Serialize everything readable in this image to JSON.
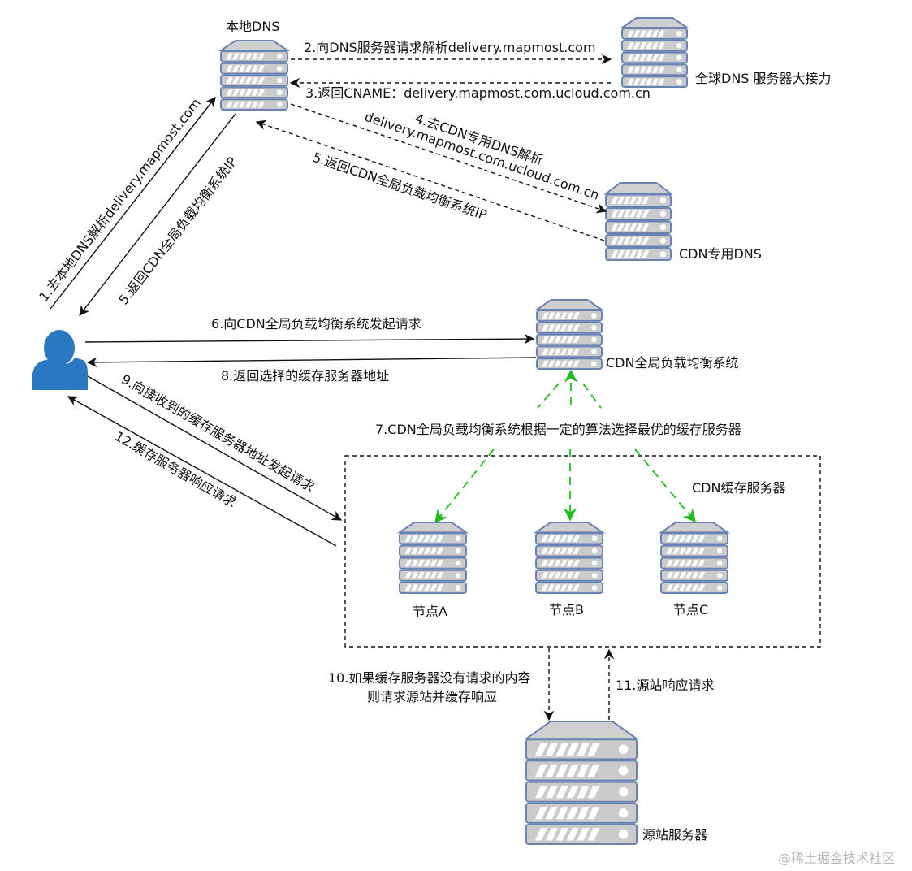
{
  "nodes": {
    "local_dns": "本地DNS",
    "global_dns": "全球DNS 服务器大接力",
    "cdn_dns": "CDN专用DNS",
    "gslb": "CDN全局负载均衡系统",
    "cache_group": "CDN缓存服务器",
    "node_a": "节点A",
    "node_b": "节点B",
    "node_c": "节点C",
    "origin": "源站服务器",
    "user": "用户"
  },
  "steps": {
    "s1": "1.去本地DNS解析delivery.mapmost.com",
    "s2": "2.向DNS服务器请求解析delivery.mapmost.com",
    "s3": "3.返回CNAME：delivery.mapmost.com.ucloud.com.cn",
    "s4_line1": "4.去CDN专用DNS解析",
    "s4_line2": "delivery.mapmost.com.ucloud.com.cn",
    "s5a": "5.返回CDN全局负载均衡系统IP",
    "s5b": "5.返回CDN全局负载均衡系统IP",
    "s6": "6.向CDN全局负载均衡系统发起请求",
    "s7": "7.CDN全局负载均衡系统根据一定的算法选择最优的缓存服务器",
    "s8": "8.返回选择的缓存服务器地址",
    "s9": "9.向接收到的缓存服务器地址发起请求",
    "s10_line1": "10.如果缓存服务器没有请求的内容",
    "s10_line2": "则请求源站并缓存响应",
    "s11": "11.源站响应请求",
    "s12": "12.缓存服务器响应请求"
  },
  "watermark": "@稀土掘金技术社区",
  "colors": {
    "user_icon": "#2a78c2",
    "server_body": "#cbcbcb",
    "server_border": "#6a82b4",
    "green_arrow": "#22bb22"
  }
}
